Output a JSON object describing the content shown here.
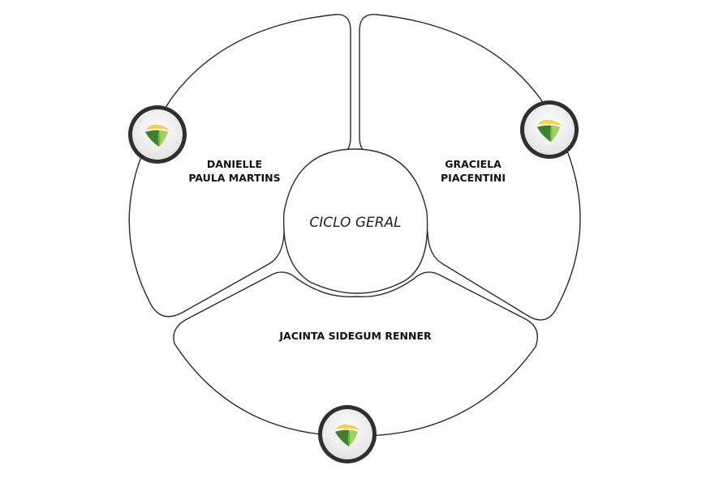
{
  "center": {
    "label": "CICLO GERAL"
  },
  "segments": [
    {
      "id": "left",
      "lines": [
        "DANIELLE",
        "PAULA MARTINS"
      ]
    },
    {
      "id": "right",
      "lines": [
        "GRACIELA",
        "PIACENTINI"
      ]
    },
    {
      "id": "bottom",
      "lines": [
        "JACINTA SIDEGUM RENNER"
      ]
    }
  ],
  "icon": {
    "name": "shield-logo-icon",
    "colors": {
      "yellow": "#f3d24c",
      "green": "#7bbf3a",
      "dark_green": "#3f7f2e",
      "ring": "#333333"
    }
  }
}
